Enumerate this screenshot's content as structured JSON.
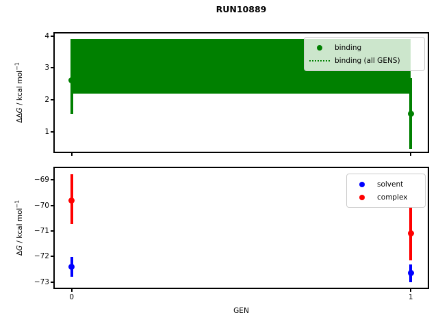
{
  "title": "RUN10889",
  "xlabel": "GEN",
  "colors": {
    "binding": "#008000",
    "solvent": "#0000ff",
    "complex": "#ff0000",
    "frame": "#000000",
    "legend_border": "#cccccc"
  },
  "chart_data": [
    {
      "type": "scatter",
      "subtype": "errorbar-with-band",
      "ylabel": {
        "prefix": "ΔΔ",
        "sym": "G",
        "rest": " / kcal mol",
        "exp": "−1"
      },
      "xlim": [
        -0.05,
        1.05
      ],
      "ylim": [
        0.38,
        4.08
      ],
      "yticks": [
        1,
        2,
        3,
        4
      ],
      "ytick_labels": [
        "1",
        "2",
        "3",
        "4"
      ],
      "xticks": [
        0,
        1
      ],
      "xtick_labels": [],
      "band": {
        "x0": 0,
        "x1": 1,
        "lo": 2.2,
        "hi": 3.9,
        "mean": 3.05,
        "color": "#008000"
      },
      "series": [
        {
          "name": "binding",
          "color": "#008000",
          "points": [
            {
              "x": 0,
              "y": 2.62,
              "lo": 1.56,
              "hi": 3.9
            },
            {
              "x": 1,
              "y": 1.57,
              "lo": 0.46,
              "hi": 2.68
            }
          ]
        }
      ],
      "legend": [
        {
          "marker": "dot",
          "color": "#008000",
          "label": "binding"
        },
        {
          "marker": "dotted-line",
          "color": "#008000",
          "label": "binding (all GENS)"
        }
      ],
      "legend_position": "upper right"
    },
    {
      "type": "scatter",
      "subtype": "errorbar",
      "ylabel": {
        "prefix": "Δ",
        "sym": "G",
        "rest": " / kcal mol",
        "exp": "−1"
      },
      "xlim": [
        -0.05,
        1.05
      ],
      "ylim": [
        -73.22,
        -68.54
      ],
      "yticks": [
        -69,
        -70,
        -71,
        -72,
        -73
      ],
      "ytick_labels": [
        "−69",
        "−70",
        "−71",
        "−72",
        "−73"
      ],
      "xticks": [
        0,
        1
      ],
      "xtick_labels": [
        "0",
        "1"
      ],
      "series": [
        {
          "name": "solvent",
          "color": "#0000ff",
          "points": [
            {
              "x": 0,
              "y": -72.4,
              "lo": -72.78,
              "hi": -72.02
            },
            {
              "x": 1,
              "y": -72.65,
              "lo": -73.0,
              "hi": -72.3
            }
          ]
        },
        {
          "name": "complex",
          "color": "#ff0000",
          "points": [
            {
              "x": 0,
              "y": -69.8,
              "lo": -70.74,
              "hi": -68.78
            },
            {
              "x": 1,
              "y": -71.1,
              "lo": -72.15,
              "hi": -70.1
            }
          ]
        }
      ],
      "legend": [
        {
          "marker": "dot",
          "color": "#0000ff",
          "label": "solvent"
        },
        {
          "marker": "dot",
          "color": "#ff0000",
          "label": "complex"
        }
      ],
      "legend_position": "upper right"
    }
  ]
}
